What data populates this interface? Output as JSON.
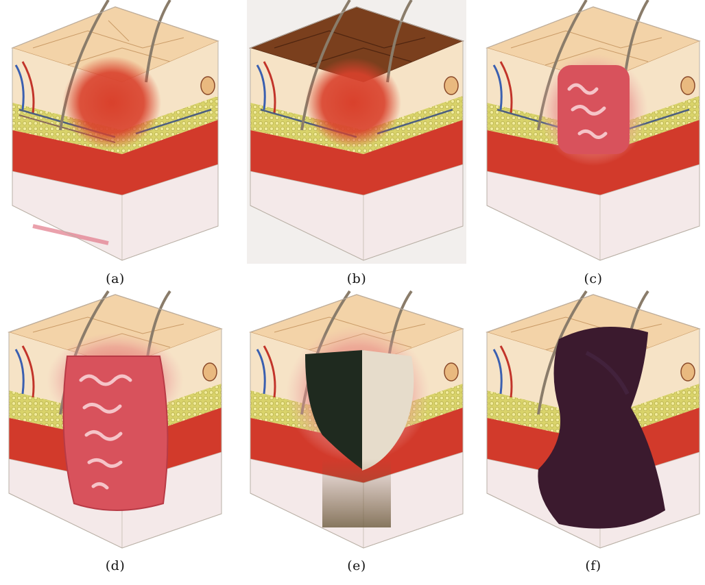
{
  "figure": {
    "panels": [
      {
        "id": "a",
        "caption": "(a)",
        "stage": "skin-cube-with-red-erythema-icon"
      },
      {
        "id": "b",
        "caption": "(b)",
        "stage": "skin-cube-with-brown-discoloration-icon"
      },
      {
        "id": "c",
        "caption": "(c)",
        "stage": "skin-cube-with-blister-icon"
      },
      {
        "id": "d",
        "caption": "(d)",
        "stage": "skin-cube-with-open-wound-icon"
      },
      {
        "id": "e",
        "caption": "(e)",
        "stage": "skin-cube-with-necrotic-tissue-icon"
      },
      {
        "id": "f",
        "caption": "(f)",
        "stage": "skin-cube-with-deep-tissue-injury-icon"
      }
    ]
  },
  "colors": {
    "skin_surface": "#f3d3a8",
    "epidermis": "#e9b97f",
    "dermis": "#f6e3c6",
    "fat_layer": "#d9d36a",
    "muscle": "#d23a2b",
    "bone": "#f4e9e9",
    "hair": "#8a7c6a",
    "erythema": "#d9412c",
    "brown_surface": "#7a3f1d",
    "blister": "#d8525c",
    "necrotic_black": "#1f2a1f",
    "slough": "#e6dccb",
    "deep_tissue": "#3b1a2e"
  }
}
